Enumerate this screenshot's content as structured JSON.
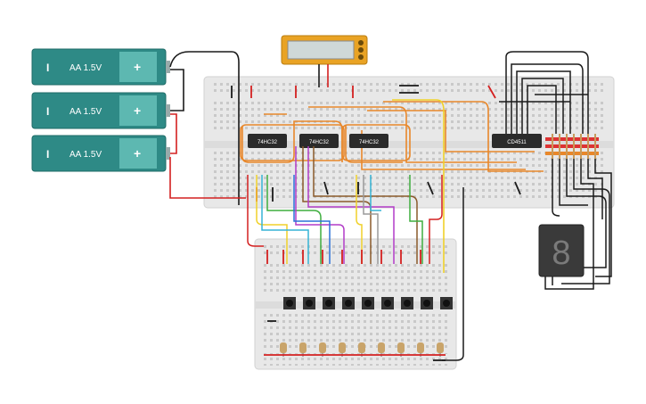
{
  "batteries": [
    {
      "label": "AA 1.5V",
      "neg": "I",
      "pos": "+"
    },
    {
      "label": "AA 1.5V",
      "neg": "I",
      "pos": "+"
    },
    {
      "label": "AA 1.5V",
      "neg": "I",
      "pos": "+"
    }
  ],
  "chips": [
    {
      "label": "74HC32"
    },
    {
      "label": "74HC32"
    },
    {
      "label": "74HC32"
    },
    {
      "label": "CD4511"
    }
  ],
  "display": {
    "digit": "8"
  },
  "switch_count": 9,
  "colors": {
    "battery_body": "#2e8a86",
    "battery_cap": "#5db8b1",
    "board": "#e6e6e6",
    "chip": "#2b2b2b",
    "wire_red": "#d42020",
    "wire_black": "#1a1a1a",
    "wire_orange": "#e8872a",
    "wire_yellow": "#f0d12a",
    "wire_green": "#3fae3f",
    "wire_blue": "#2b72d9",
    "wire_cyan": "#36b4d6",
    "wire_purple": "#b23cc8",
    "wire_brown": "#8a5a2b",
    "wire_gray": "#9a9a9a",
    "meter": "#e9a324",
    "segment_display": "#3a3a3a"
  }
}
